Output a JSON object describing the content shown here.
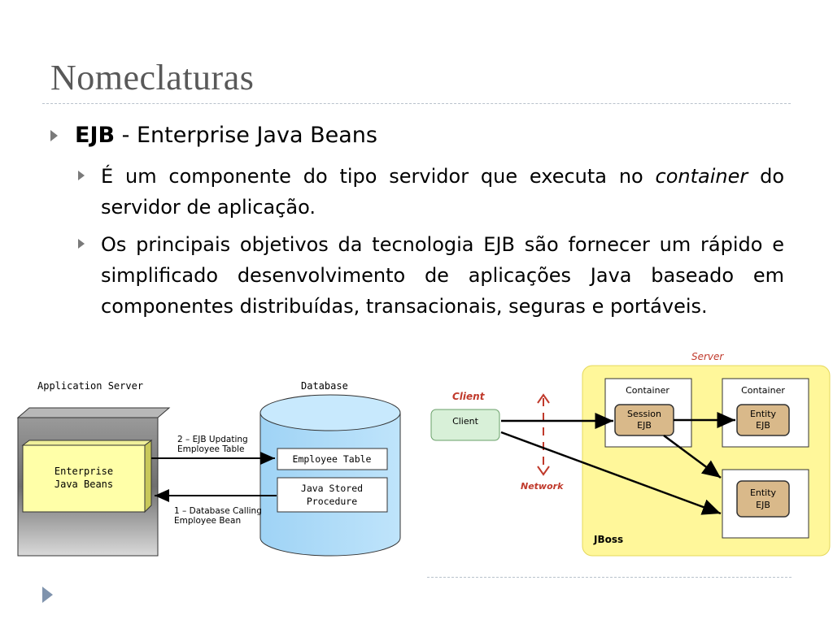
{
  "slide": {
    "title": "Nomeclaturas",
    "bullet_main": {
      "bold": "EJB",
      "rest": " - Enterprise Java Beans"
    },
    "sub_bullets": [
      {
        "text_before": "É um componente do tipo servidor que executa no ",
        "italic": "container",
        "text_after": " do servidor de aplicação."
      },
      {
        "text": "Os principais objetivos da tecnologia EJB são fornecer um rápido e simplificado desenvolvimento de aplicações Java baseado em componentes distribuídas, transacionais, seguras e portáveis."
      }
    ]
  },
  "diagram_left": {
    "app_server_label": "Application Server",
    "database_label": "Database",
    "ejb_box_line1": "Enterprise",
    "ejb_box_line2": "Java Beans",
    "employee_table": "Employee Table",
    "stored_proc_line1": "Java Stored",
    "stored_proc_line2": "Procedure",
    "arrow_top_line1": "2 – EJB Updating",
    "arrow_top_line2": "Employee Table",
    "arrow_bottom_line1": "1 – Database Calling",
    "arrow_bottom_line2": "Employee Bean"
  },
  "diagram_right": {
    "server_label": "Server",
    "client_label": "Client",
    "client_box": "Client",
    "network_label": "Network",
    "container1_label": "Container",
    "container2_label": "Container",
    "session_line1": "Session",
    "session_line2": "EJB",
    "entity1_line1": "Entity",
    "entity1_line2": "EJB",
    "entity2_line1": "Entity",
    "entity2_line2": "EJB",
    "jboss_label": "JBoss",
    "colors": {
      "server_fill": "#fff79a",
      "accent_red": "#c0392b",
      "ejb_fill": "#d9b98a",
      "client_fill": "#d8f0d8"
    }
  }
}
